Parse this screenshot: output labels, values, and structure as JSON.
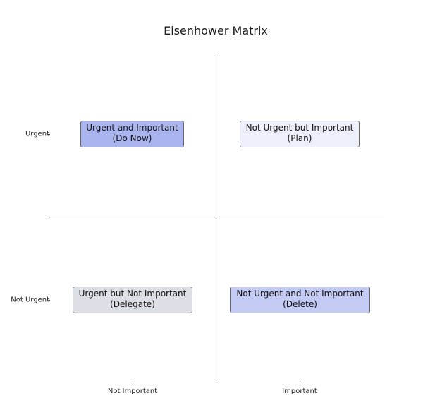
{
  "title": "Eisenhower Matrix",
  "y_axis": {
    "top_label": "Urgent",
    "bottom_label": "Not Urgent"
  },
  "x_axis": {
    "left_label": "Not Important",
    "right_label": "Important"
  },
  "quadrants": [
    {
      "line1": "Urgent and Important",
      "line2": "(Do Now)",
      "color": "#aab5f0"
    },
    {
      "line1": "Not Urgent but Important",
      "line2": "(Plan)",
      "color": "#edf0fb"
    },
    {
      "line1": "Urgent but Not Important",
      "line2": "(Delegate)",
      "color": "#dcdfe6"
    },
    {
      "line1": "Not Urgent and Not Important",
      "line2": "(Delete)",
      "color": "#c3cbf5"
    }
  ]
}
